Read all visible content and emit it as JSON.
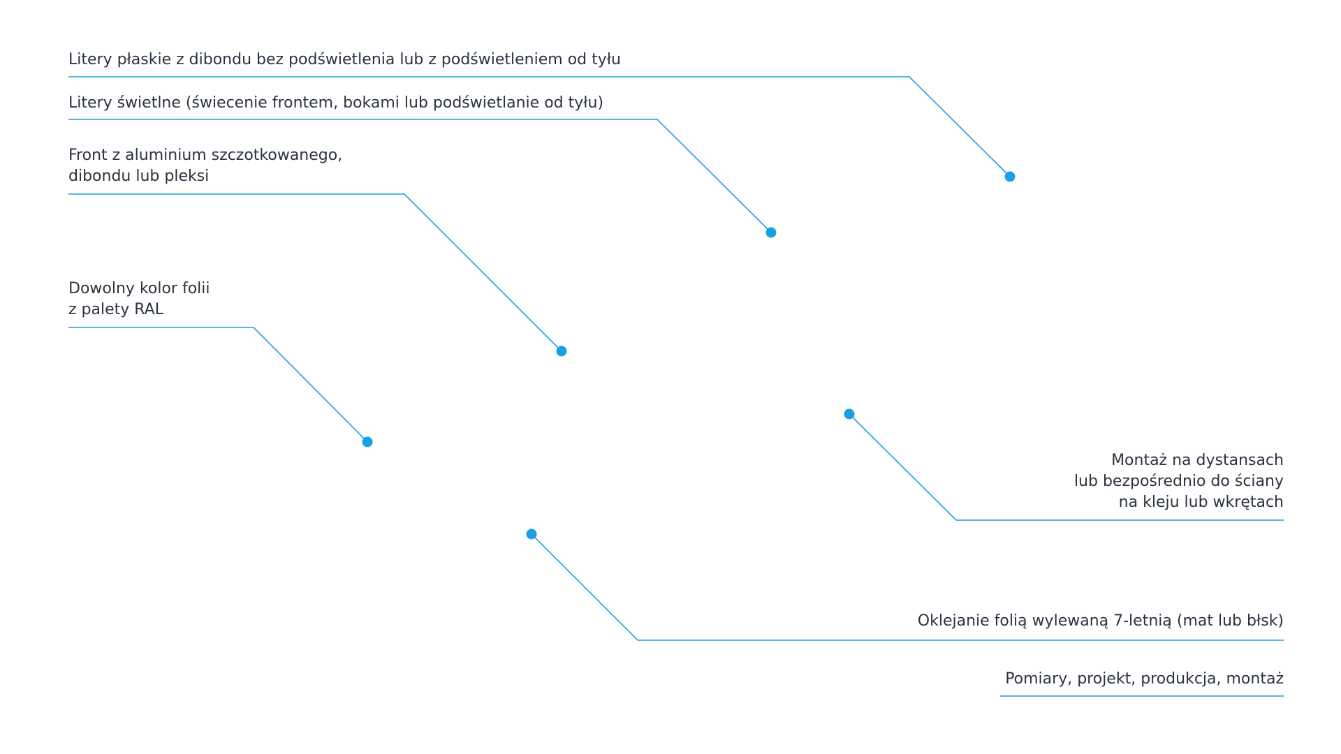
{
  "callouts": [
    {
      "id": "flat-letters",
      "lines": [
        "Litery płaskie z dibondu bez podświetlenia lub z podświetleniem od tyłu"
      ]
    },
    {
      "id": "light-letters",
      "lines": [
        "Litery świetlne (świecenie frontem, bokami lub podświetlanie od tyłu)"
      ]
    },
    {
      "id": "front-material",
      "lines": [
        "Front z aluminium szczotkowanego,",
        "dibondu lub pleksi"
      ]
    },
    {
      "id": "ral-color",
      "lines": [
        "Dowolny kolor folii",
        "z palety RAL"
      ]
    },
    {
      "id": "mounting",
      "lines": [
        "Montaż na dystansach",
        "lub bezpośrednio do ściany",
        "na kleju lub wkrętach"
      ]
    },
    {
      "id": "foil-wrapping",
      "lines": [
        "Oklejanie folią wylewaną 7-letnią (mat lub błsk)"
      ]
    },
    {
      "id": "services",
      "lines": [
        "Pomiary, projekt, produkcja, montaż"
      ]
    }
  ],
  "colors": {
    "accent": "#1a9fe0",
    "text": "#2b3340",
    "background": "#ffffff"
  }
}
